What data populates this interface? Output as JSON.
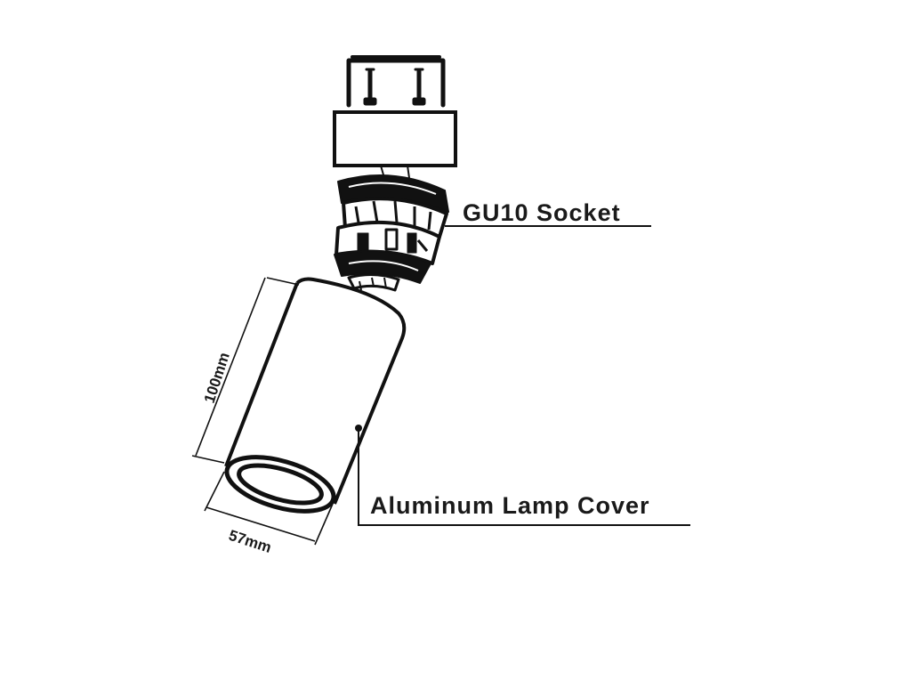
{
  "labels": {
    "socket": "GU10 Socket",
    "cover": "Aluminum Lamp Cover"
  },
  "dimensions": {
    "height": "100mm",
    "diameter": "57mm"
  }
}
